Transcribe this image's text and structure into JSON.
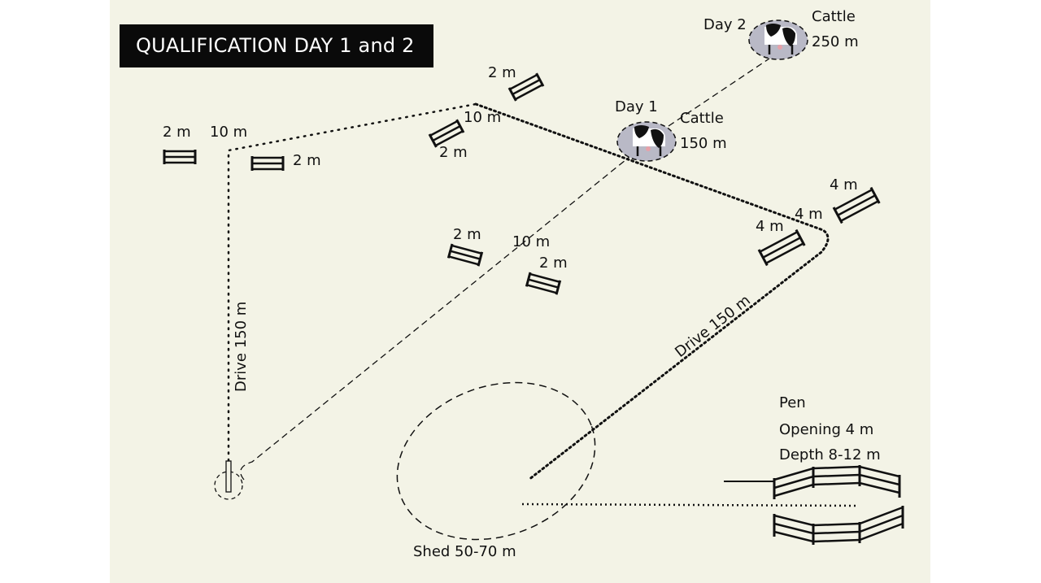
{
  "title": "QUALIFICATION DAY 1 and 2",
  "labels": {
    "day2": "Day 2",
    "cattle_day2_a": "Cattle",
    "cattle_day2_b": "250 m",
    "day1": "Day 1",
    "cattle_day1_a": "Cattle",
    "cattle_day1_b": "150 m",
    "drive_left": "Drive 150 m",
    "drive_right": "Drive 150 m",
    "shed": "Shed 50-70 m",
    "pen_title": "Pen",
    "pen_opening": "Opening 4 m",
    "pen_depth": "Depth 8-12 m",
    "gate_left_outer": "2 m",
    "gap_left": "10 m",
    "gate_left_inner": "2 m",
    "gate_top_upper": "2 m",
    "gap_top": "10 m",
    "gate_top_lower": "2 m",
    "gate_center_left": "2 m",
    "gap_center": "10 m",
    "gate_center_right": "2 m",
    "gate_right_upper": "4 m",
    "gap_right": "4 m",
    "gate_right_lower": "4 m"
  },
  "colors": {
    "background": "#f3f3e6",
    "ink": "#111111",
    "cattle_circle": "#b9b9c6",
    "title_bg": "#0a0a0a",
    "title_text": "#ffffff"
  },
  "icons": {
    "fence_gate": "fence-panel",
    "cattle": "cow",
    "post": "post-marker"
  }
}
